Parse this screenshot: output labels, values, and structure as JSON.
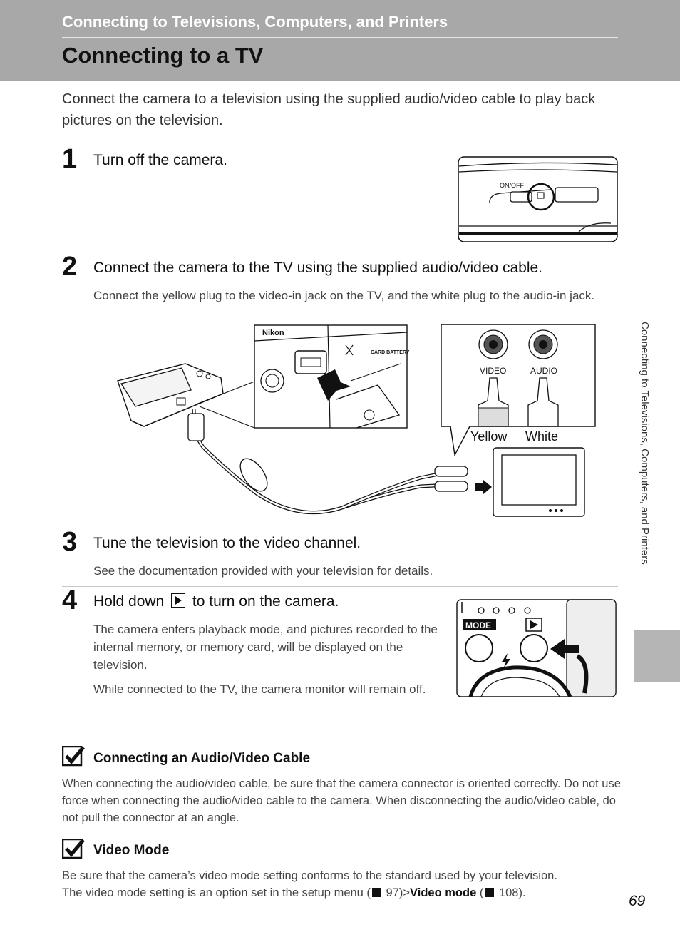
{
  "header": {
    "chapter_title": "Connecting to Televisions, Computers, and Printers",
    "page_title": "Connecting to a TV"
  },
  "intro": "Connect the camera to a television using the supplied audio/video cable to play back pictures on the television.",
  "steps": [
    {
      "number": "1",
      "title": "Turn off the camera."
    },
    {
      "number": "2",
      "title": "Connect the camera to the TV using the supplied audio/video cable.",
      "body": "Connect the yellow plug to the video-in jack on the TV, and the white plug to the audio-in jack."
    },
    {
      "number": "3",
      "title": "Tune the television to the video channel.",
      "body": "See the documentation provided with your television for details."
    },
    {
      "number": "4",
      "title_before": "Hold down",
      "title_after": "to turn on the camera.",
      "body": "The camera enters playback mode, and pictures recorded to the internal memory, or memory card, will be displayed on the television.",
      "body2": "While connected to the TV, the camera monitor will remain off."
    }
  ],
  "figures": {
    "onoff_label": "ON/OFF",
    "brand": "Nikon",
    "card_battery": "CARD BATTERY",
    "video_label": "VIDEO",
    "audio_label": "AUDIO",
    "yellow_label": "Yellow",
    "white_label": "White",
    "mode_label": "MODE"
  },
  "notes": [
    {
      "title": "Connecting an Audio/Video Cable",
      "body": "When connecting the audio/video cable, be sure that the camera connector is oriented correctly. Do not use force when connecting the audio/video cable to the camera. When disconnecting the audio/video cable, do not pull the connector at an angle."
    },
    {
      "title": "Video Mode",
      "body_line1": "Be sure that the camera’s video mode setting conforms to the standard used by your television.",
      "body_prefix": "The video mode setting is an option set in the setup menu (",
      "ref1": "97",
      "body_mid": ")>",
      "bold": "Video mode",
      "body_mid2": " (",
      "ref2": "108",
      "body_suffix": ")."
    }
  ],
  "side_tab_text": "Connecting to Televisions, Computers, and Printers",
  "page_number": "69"
}
